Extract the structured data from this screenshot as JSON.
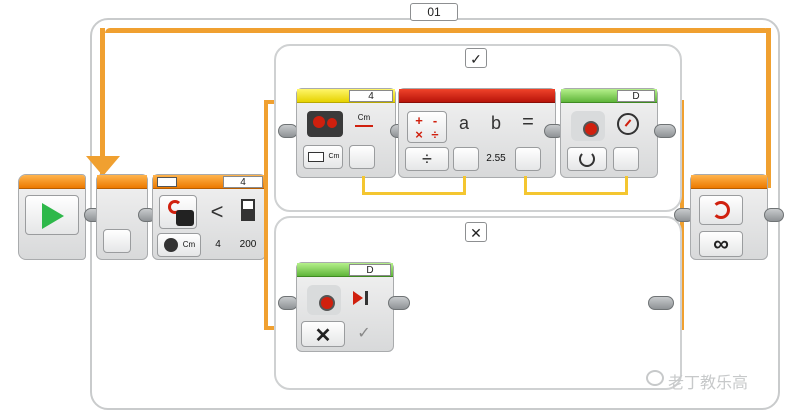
{
  "loop": {
    "label": "01",
    "exit_symbol": "∞"
  },
  "switch_block": {
    "port_label": "4",
    "compare_symbol": "<",
    "unit_label": "Cm",
    "threshold_value": "4",
    "compare_value": "200"
  },
  "case_true": {
    "tab_symbol": "✓"
  },
  "case_false": {
    "tab_symbol": "✕"
  },
  "ultrasonic_block": {
    "port_label": "4",
    "unit_label": "Cm",
    "mode_label": "Cm"
  },
  "math_block": {
    "op_symbol": "÷",
    "input_a_label": "a",
    "input_b_label": "b",
    "equals_symbol": "=",
    "b_value": "2.55",
    "op_grid": [
      "+",
      "-",
      "×",
      "÷"
    ]
  },
  "motor_block_top": {
    "port_label": "D"
  },
  "motor_block_bottom": {
    "port_label": "D",
    "stop_symbol": "✕"
  },
  "watermark": {
    "text": "老丁教乐高"
  },
  "colors": {
    "loop_wire": "#f0a030",
    "data_wire": "#f4c630",
    "start_green": "#2eb84a",
    "sensor_yellow": "#f3e000",
    "math_red": "#d0200e",
    "motor_green": "#7ccc54"
  }
}
